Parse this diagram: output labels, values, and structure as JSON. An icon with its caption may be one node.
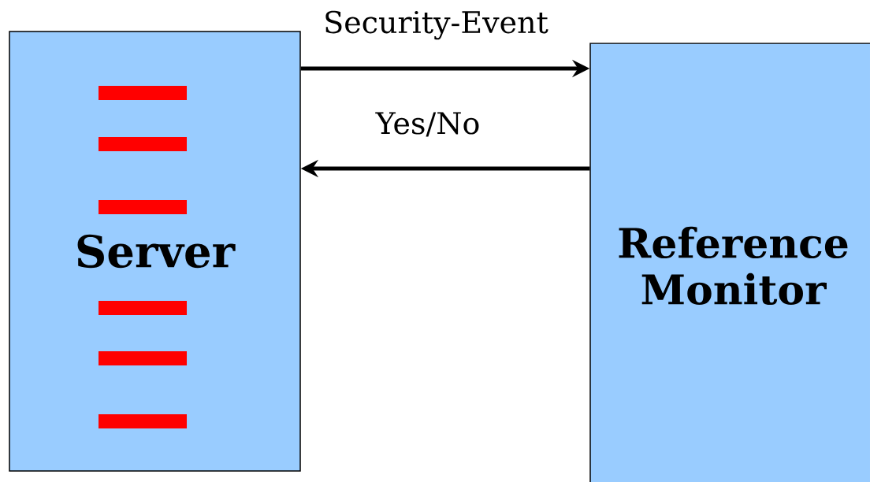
{
  "diagram": {
    "nodes": [
      {
        "text": [
          "Server"
        ]
      },
      {
        "text": [],
        "shape": "bar",
        "in": 0
      },
      {
        "text": [],
        "shape": "bar",
        "in": 0
      },
      {
        "text": [],
        "shape": "bar",
        "in": 0
      },
      {
        "text": [],
        "shape": "bar",
        "in": 0
      },
      {
        "text": [],
        "shape": "bar",
        "in": 0
      },
      {
        "text": [],
        "shape": "bar",
        "in": 0
      },
      {
        "text": [
          "Reference Monitor"
        ]
      }
    ],
    "edges": [
      {
        "from": 0,
        "to": 7,
        "arrow": "to",
        "label": "Security-Event"
      },
      {
        "from": 7,
        "to": 0,
        "arrow": "to",
        "label": "Yes/No"
      }
    ]
  }
}
